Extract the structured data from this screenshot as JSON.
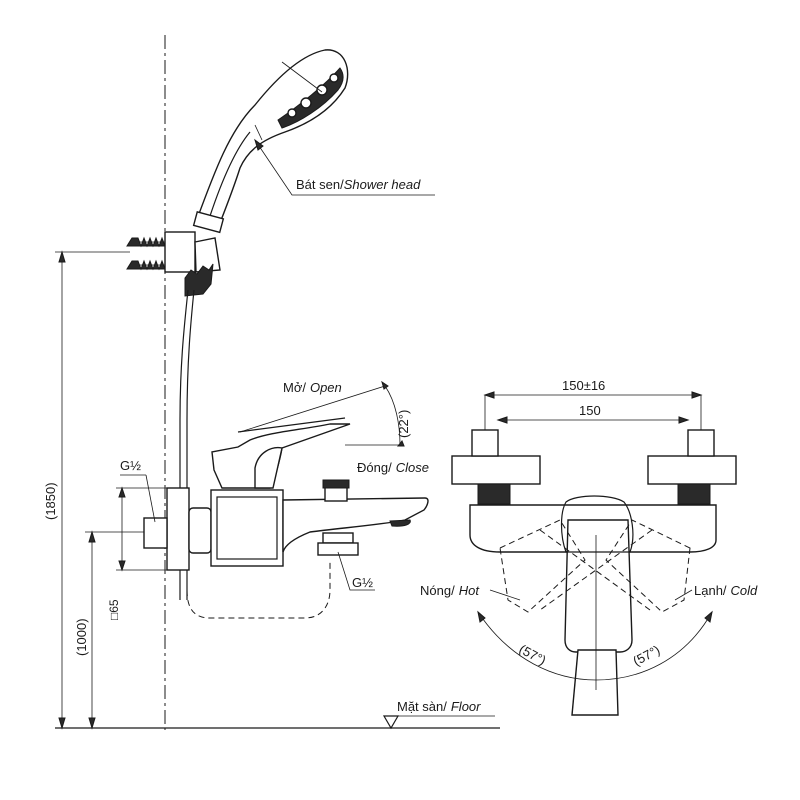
{
  "labels": {
    "shower_head_vi": "Bát sen/",
    "shower_head_en": "Shower head",
    "open_vi": "Mở/",
    "open_en": "Open",
    "close_vi": "Đóng/",
    "close_en": "Close",
    "hot_vi": "Nóng/",
    "hot_en": "Hot",
    "cold_vi": "Lạnh/",
    "cold_en": "Cold",
    "floor_vi": "Mặt sàn/",
    "floor_en": "Floor"
  },
  "dimensions": {
    "total_height": "(1850)",
    "mount_height": "(1000)",
    "square": "□65",
    "thread_inlet": "G½",
    "thread_outlet": "G½",
    "lever_angle": "(22°)",
    "spacing_tolerance": "150±16",
    "spacing": "150",
    "angle_hot": "(57°)",
    "angle_cold": "(57°)"
  }
}
